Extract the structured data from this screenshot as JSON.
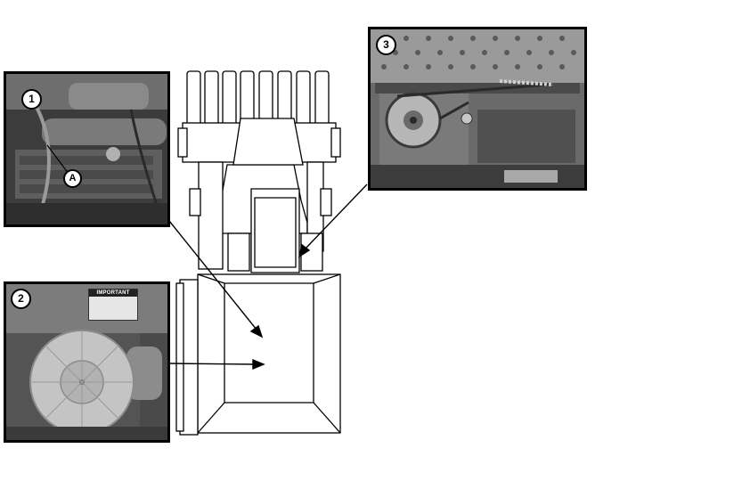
{
  "callouts": {
    "photo_1": "1",
    "photo_2": "2",
    "photo_3": "3",
    "label_a": "A"
  },
  "decal_text": "IMPORTANT",
  "colors": {
    "line": "#000000",
    "background": "#ffffff",
    "photo_dark": "#3a3a3a",
    "photo_mid": "#7a7a7a",
    "photo_light": "#c8c8c8"
  }
}
